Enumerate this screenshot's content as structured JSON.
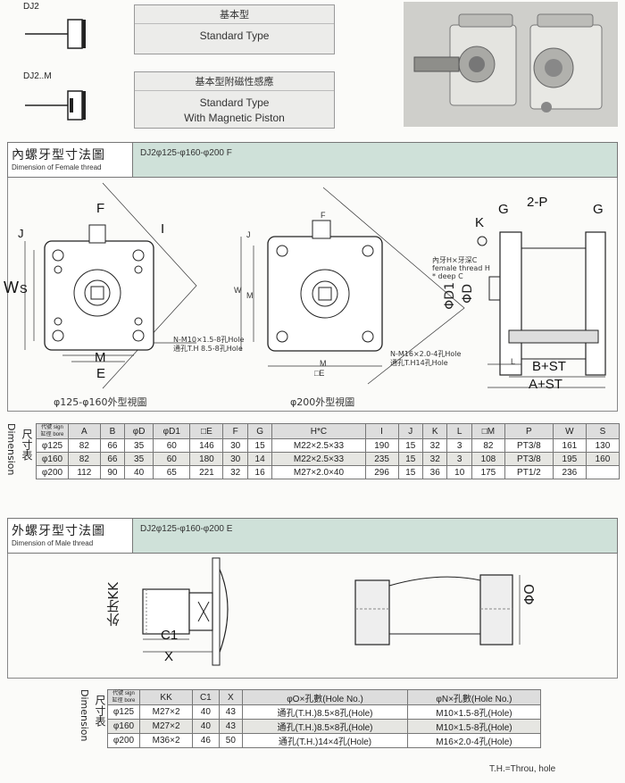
{
  "variants": [
    {
      "code": "DJ2",
      "cn": "基本型",
      "en": "Standard Type",
      "en2": ""
    },
    {
      "code": "DJ2..M",
      "cn": "基本型附磁性感應",
      "en": "Standard Type",
      "en2": "With Magnetic Piston"
    }
  ],
  "female": {
    "title_cn": "內螺牙型寸法圖",
    "title_en": "Dimension of Female thread",
    "model": "DJ2φ125-φ160-φ200 F",
    "label_small": "φ125-φ160外型視圖",
    "label_large": "φ200外型視圖",
    "note_a1": "N-M10×1.5-8孔Hole",
    "note_a2": "通孔T.H 8.5-8孔Hole",
    "note_b1": "N-M16×2.0-4孔Hole",
    "note_b2": "通孔T.H14孔Hole",
    "note_c1": "內牙H×牙深C",
    "note_c2": "female thread H",
    "note_c3": "* deep C",
    "lbl": {
      "F": "F",
      "I": "I",
      "J": "J",
      "W": "W",
      "S": "S",
      "M": "M",
      "E": "E",
      "K": "K",
      "G": "G",
      "P": "2-P",
      "D1": "ΦD1",
      "D": "ΦD",
      "BST": "B+ST",
      "AST": "A+ST",
      "L": "L"
    },
    "lbl_small": {
      "F": "F",
      "J": "J",
      "W": "W",
      "M": "M",
      "M2": "M",
      "E": "□E"
    },
    "table": {
      "side_cn": "尺寸表",
      "side_en": "Dimension",
      "corner_top": "代號 sign",
      "corner_bottom": "缸徑 bore",
      "headers": [
        "A",
        "B",
        "φD",
        "φD1",
        "□E",
        "F",
        "G",
        "H*C",
        "I",
        "J",
        "K",
        "L",
        "□M",
        "P",
        "W",
        "S"
      ],
      "rows": [
        {
          "bore": "φ125",
          "cells": [
            "82",
            "66",
            "35",
            "60",
            "146",
            "30",
            "15",
            "M22×2.5×33",
            "190",
            "15",
            "32",
            "3",
            "82",
            "PT3/8",
            "161",
            "130"
          ]
        },
        {
          "bore": "φ160",
          "cells": [
            "82",
            "66",
            "35",
            "60",
            "180",
            "30",
            "14",
            "M22×2.5×33",
            "235",
            "15",
            "32",
            "3",
            "108",
            "PT3/8",
            "195",
            "160"
          ]
        },
        {
          "bore": "φ200",
          "cells": [
            "112",
            "90",
            "40",
            "65",
            "221",
            "32",
            "16",
            "M27×2.0×40",
            "296",
            "15",
            "36",
            "10",
            "175",
            "PT1/2",
            "236",
            ""
          ]
        }
      ]
    }
  },
  "male": {
    "title_cn": "外螺牙型寸法圖",
    "title_en": "Dimension of Male thread",
    "model": "DJ2φ125-φ160-φ200 E",
    "lbl": {
      "KK": "外牙KK",
      "C1": "C1",
      "X": "X",
      "O": "ΦO"
    },
    "table": {
      "side_cn": "尺寸表",
      "side_en": "Dimension",
      "corner_top": "代號 sign",
      "corner_bottom": "缸徑 bore",
      "headers": [
        "KK",
        "C1",
        "X",
        "φO×孔數(Hole No.)",
        "φN×孔數(Hole No.)"
      ],
      "rows": [
        {
          "bore": "φ125",
          "cells": [
            "M27×2",
            "40",
            "43",
            "通孔(T.H.)8.5×8孔(Hole)",
            "M10×1.5-8孔(Hole)"
          ]
        },
        {
          "bore": "φ160",
          "cells": [
            "M27×2",
            "40",
            "43",
            "通孔(T.H.)8.5×8孔(Hole)",
            "M10×1.5-8孔(Hole)"
          ]
        },
        {
          "bore": "φ200",
          "cells": [
            "M36×2",
            "46",
            "50",
            "通孔(T.H.)14×4孔(Hole)",
            "M16×2.0-4孔(Hole)"
          ]
        }
      ]
    },
    "footnote": "T.H.=Throu, hole"
  }
}
